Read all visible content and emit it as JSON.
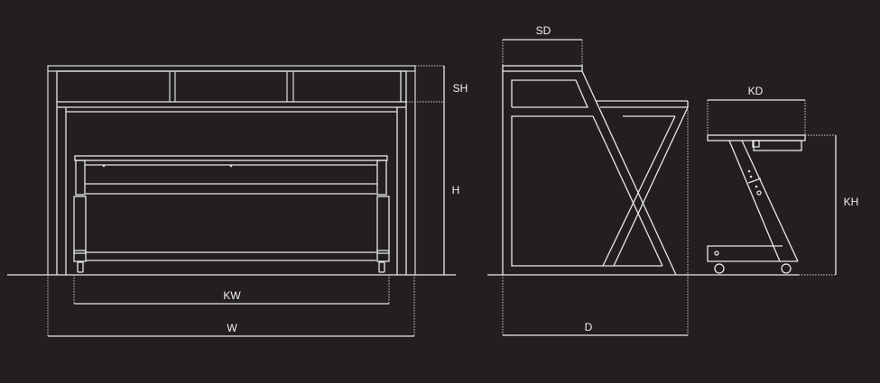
{
  "labels": {
    "shelf_height": "SH",
    "height": "H",
    "keyboard_width": "KW",
    "width": "W",
    "shelf_depth": "SD",
    "depth": "D",
    "keyboard_depth": "KD",
    "keyboard_height": "KH"
  },
  "colors": {
    "background": "#231f20",
    "line": "#e8e8e8"
  }
}
